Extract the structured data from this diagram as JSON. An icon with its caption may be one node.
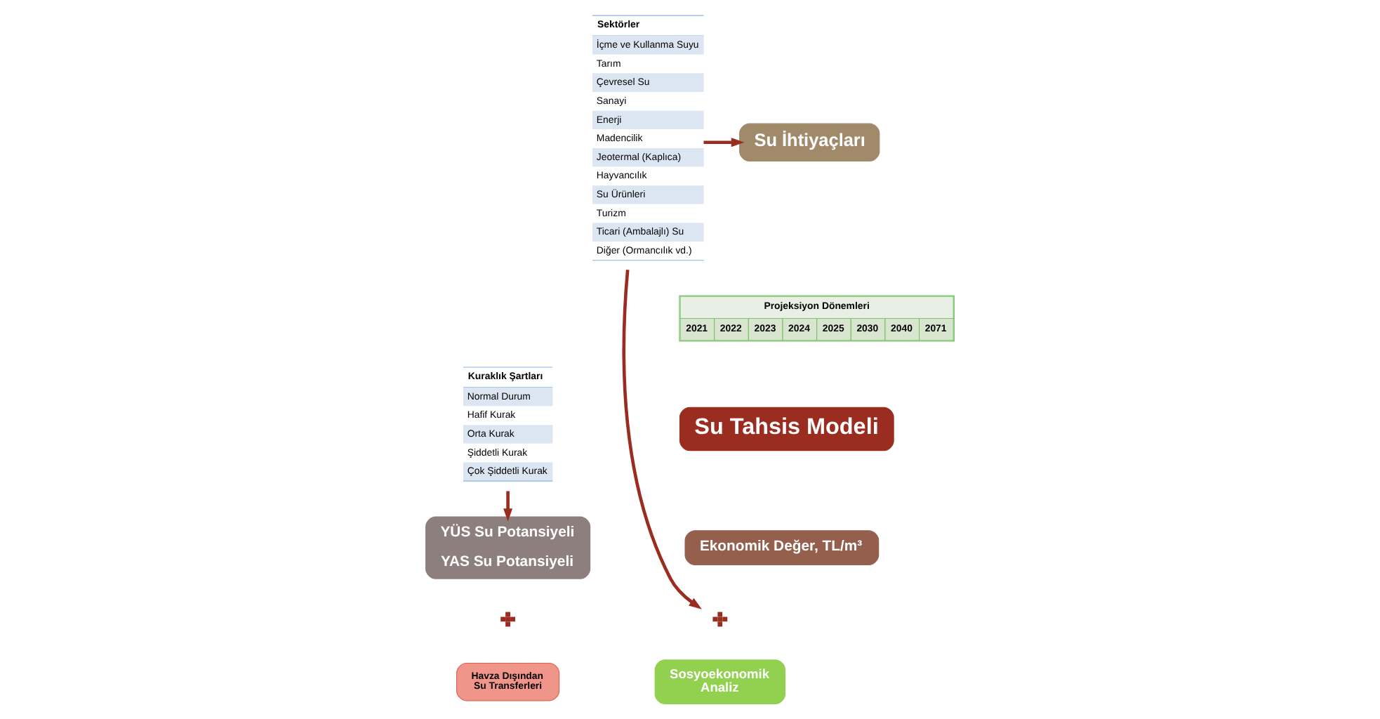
{
  "diagram": {
    "nodes": [
      {
        "text": [
          "Kuraklık Şartları",
          "Normal Durum",
          "Hafif Kurak",
          "Orta Kurak",
          "Şiddetli Kurak",
          "Çok Şiddetli Kurak"
        ]
      },
      {
        "text": [
          "Su İhtiyaçları"
        ]
      },
      {
        "text": [
          "Projeksiyon Dönemleri",
          "2021",
          "2022",
          "2023",
          "2024",
          "2025",
          "2030",
          "2040",
          "2071"
        ]
      },
      {
        "text": [
          "Sektörler",
          "İçme ve Kullanma Suyu",
          "Tarım",
          "Çevresel Su",
          "Sanayi",
          "Enerji",
          "Madencilik",
          "Jeotermal (Kaplıca)",
          "Hayvancılık",
          "Su Ürünleri",
          "Turizm",
          "Ticari (Ambalajlı) Su",
          "Diğer (Ormancılık vd.)"
        ]
      },
      {
        "text": [
          "Su Tahsis Modeli"
        ]
      },
      {
        "text": [
          "YÜS Su Potansiyeli",
          "YAS Su Potansiyeli"
        ]
      },
      {
        "text": [
          "Ekonomik Değer, TL/m³"
        ]
      },
      {
        "text": [],
        "shape": "plus"
      },
      {
        "text": [],
        "shape": "plus"
      },
      {
        "text": [
          "Havza Dışından Su Transferleri"
        ]
      },
      {
        "text": [
          "Sosyoekonomik Analiz"
        ]
      }
    ],
    "edges": [
      {
        "from": 3,
        "to": 1,
        "arrow": "to"
      },
      {
        "from": 0,
        "to": 5,
        "arrow": "to"
      },
      {
        "from": 3,
        "to": 8,
        "arrow": "to"
      }
    ]
  }
}
